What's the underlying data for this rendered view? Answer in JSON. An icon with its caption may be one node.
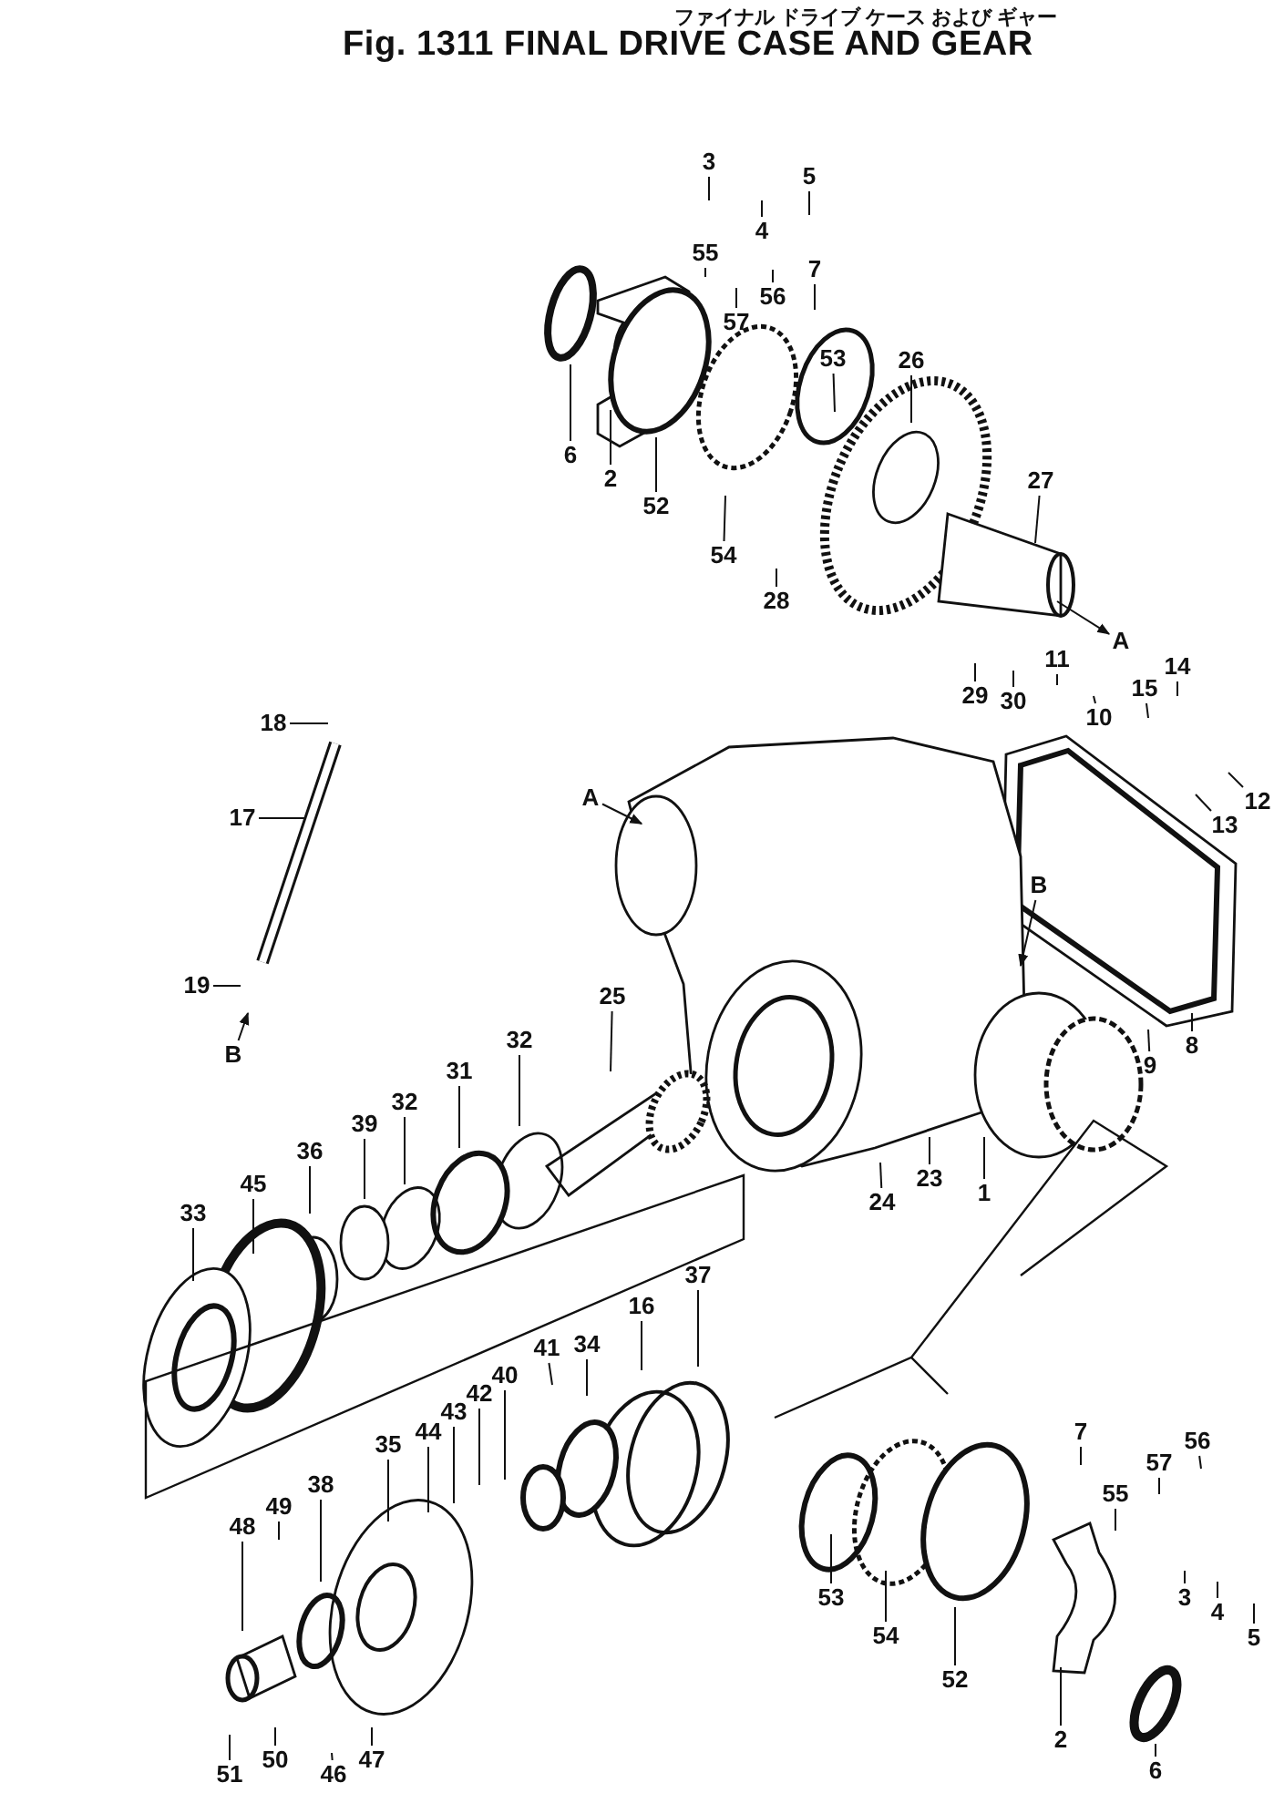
{
  "diagram": {
    "title": "Fig. 1311  FINAL DRIVE CASE AND GEAR",
    "labels": [
      "ファイナル ドライブ ケース および ギャー"
    ],
    "nodes": [
      {
        "text": [
          "3"
        ]
      },
      {
        "text": [
          "5"
        ]
      },
      {
        "text": [
          "4"
        ]
      },
      {
        "text": [
          "55"
        ]
      },
      {
        "text": [
          "7"
        ]
      },
      {
        "text": [
          "56"
        ]
      },
      {
        "text": [
          "57"
        ]
      },
      {
        "text": [
          "53"
        ]
      },
      {
        "text": [
          "26"
        ]
      },
      {
        "text": [
          "6"
        ]
      },
      {
        "text": [
          "2"
        ]
      },
      {
        "text": [
          "27"
        ]
      },
      {
        "text": [
          "52"
        ]
      },
      {
        "text": [
          "54"
        ]
      },
      {
        "text": [
          "28"
        ]
      },
      {
        "text": [
          "A"
        ]
      },
      {
        "text": [
          "11"
        ]
      },
      {
        "text": [
          "14"
        ]
      },
      {
        "text": [
          "15"
        ]
      },
      {
        "text": [
          "29"
        ]
      },
      {
        "text": [
          "30"
        ]
      },
      {
        "text": [
          "10"
        ]
      },
      {
        "text": [
          "18"
        ]
      },
      {
        "text": [
          "12"
        ]
      },
      {
        "text": [
          "A"
        ]
      },
      {
        "text": [
          "17"
        ]
      },
      {
        "text": [
          "13"
        ]
      },
      {
        "text": [
          "B"
        ]
      },
      {
        "text": [
          "19"
        ]
      },
      {
        "text": [
          "25"
        ]
      },
      {
        "text": [
          "32"
        ]
      },
      {
        "text": [
          "8"
        ]
      },
      {
        "text": [
          "B"
        ]
      },
      {
        "text": [
          "9"
        ]
      },
      {
        "text": [
          "31"
        ]
      },
      {
        "text": [
          "32"
        ]
      },
      {
        "text": [
          "39"
        ]
      },
      {
        "text": [
          "36"
        ]
      },
      {
        "text": [
          "23"
        ]
      },
      {
        "text": [
          "45"
        ]
      },
      {
        "text": [
          "1"
        ]
      },
      {
        "text": [
          "24"
        ]
      },
      {
        "text": [
          "33"
        ]
      },
      {
        "text": [
          "37"
        ]
      },
      {
        "text": [
          "16"
        ]
      },
      {
        "text": [
          "34"
        ]
      },
      {
        "text": [
          "41"
        ]
      },
      {
        "text": [
          "40"
        ]
      },
      {
        "text": [
          "42"
        ]
      },
      {
        "text": [
          "43"
        ]
      },
      {
        "text": [
          "44"
        ]
      },
      {
        "text": [
          "7"
        ]
      },
      {
        "text": [
          "56"
        ]
      },
      {
        "text": [
          "35"
        ]
      },
      {
        "text": [
          "57"
        ]
      },
      {
        "text": [
          "55"
        ]
      },
      {
        "text": [
          "38"
        ]
      },
      {
        "text": [
          "49"
        ]
      },
      {
        "text": [
          "48"
        ]
      },
      {
        "text": [
          "3"
        ]
      },
      {
        "text": [
          "53"
        ]
      },
      {
        "text": [
          "4"
        ]
      },
      {
        "text": [
          "54"
        ]
      },
      {
        "text": [
          "5"
        ]
      },
      {
        "text": [
          "52"
        ]
      },
      {
        "text": [
          "2"
        ]
      },
      {
        "text": [
          "50"
        ]
      },
      {
        "text": [
          "47"
        ]
      },
      {
        "text": [
          "51"
        ]
      },
      {
        "text": [
          "46"
        ]
      },
      {
        "text": [
          "6"
        ]
      }
    ],
    "edges": [
      {
        "from": 0,
        "to": null,
        "arrow": "none"
      },
      {
        "from": 1,
        "to": null,
        "arrow": "none"
      },
      {
        "from": 2,
        "to": null,
        "arrow": "none"
      },
      {
        "from": 3,
        "to": null,
        "arrow": "none"
      },
      {
        "from": 4,
        "to": null,
        "arrow": "none"
      },
      {
        "from": 5,
        "to": null,
        "arrow": "none"
      },
      {
        "from": 6,
        "to": null,
        "arrow": "none"
      },
      {
        "from": 7,
        "to": null,
        "arrow": "none"
      },
      {
        "from": 8,
        "to": null,
        "arrow": "none"
      },
      {
        "from": 9,
        "to": null,
        "arrow": "none"
      },
      {
        "from": 10,
        "to": null,
        "arrow": "none"
      },
      {
        "from": 11,
        "to": null,
        "arrow": "none"
      },
      {
        "from": 12,
        "to": null,
        "arrow": "none"
      },
      {
        "from": 13,
        "to": null,
        "arrow": "none"
      },
      {
        "from": 14,
        "to": null,
        "arrow": "none"
      },
      {
        "from": null,
        "to": 15,
        "arrow": "to"
      },
      {
        "from": 16,
        "to": null,
        "arrow": "none"
      },
      {
        "from": 17,
        "to": null,
        "arrow": "none"
      },
      {
        "from": 18,
        "to": null,
        "arrow": "none"
      },
      {
        "from": 19,
        "to": null,
        "arrow": "none"
      },
      {
        "from": 20,
        "to": null,
        "arrow": "none"
      },
      {
        "from": 21,
        "to": null,
        "arrow": "none"
      },
      {
        "from": 22,
        "to": null,
        "arrow": "none"
      },
      {
        "from": 23,
        "to": null,
        "arrow": "none"
      },
      {
        "from": 24,
        "to": null,
        "arrow": "to"
      },
      {
        "from": 25,
        "to": null,
        "arrow": "none"
      },
      {
        "from": 26,
        "to": null,
        "arrow": "none"
      },
      {
        "from": 27,
        "to": null,
        "arrow": "to"
      },
      {
        "from": 28,
        "to": null,
        "arrow": "none"
      },
      {
        "from": 29,
        "to": null,
        "arrow": "none"
      },
      {
        "from": 30,
        "to": null,
        "arrow": "none"
      },
      {
        "from": 31,
        "to": null,
        "arrow": "none"
      },
      {
        "from": 32,
        "to": null,
        "arrow": "to"
      },
      {
        "from": 33,
        "to": null,
        "arrow": "none"
      },
      {
        "from": 34,
        "to": null,
        "arrow": "none"
      },
      {
        "from": 35,
        "to": null,
        "arrow": "none"
      },
      {
        "from": 36,
        "to": null,
        "arrow": "none"
      },
      {
        "from": 37,
        "to": null,
        "arrow": "none"
      },
      {
        "from": 38,
        "to": null,
        "arrow": "none"
      },
      {
        "from": 39,
        "to": null,
        "arrow": "none"
      },
      {
        "from": 40,
        "to": null,
        "arrow": "none"
      },
      {
        "from": 41,
        "to": null,
        "arrow": "none"
      },
      {
        "from": 42,
        "to": null,
        "arrow": "none"
      },
      {
        "from": 43,
        "to": null,
        "arrow": "none"
      },
      {
        "from": 44,
        "to": null,
        "arrow": "none"
      },
      {
        "from": 45,
        "to": null,
        "arrow": "none"
      },
      {
        "from": 46,
        "to": null,
        "arrow": "none"
      },
      {
        "from": 47,
        "to": null,
        "arrow": "none"
      },
      {
        "from": 48,
        "to": null,
        "arrow": "none"
      },
      {
        "from": 49,
        "to": null,
        "arrow": "none"
      },
      {
        "from": 50,
        "to": null,
        "arrow": "none"
      },
      {
        "from": 51,
        "to": null,
        "arrow": "none"
      },
      {
        "from": 52,
        "to": null,
        "arrow": "none"
      },
      {
        "from": 53,
        "to": null,
        "arrow": "none"
      },
      {
        "from": 54,
        "to": null,
        "arrow": "none"
      },
      {
        "from": 55,
        "to": null,
        "arrow": "none"
      },
      {
        "from": 56,
        "to": null,
        "arrow": "none"
      },
      {
        "from": 57,
        "to": null,
        "arrow": "none"
      },
      {
        "from": 58,
        "to": null,
        "arrow": "none"
      },
      {
        "from": 59,
        "to": null,
        "arrow": "none"
      },
      {
        "from": 60,
        "to": null,
        "arrow": "none"
      },
      {
        "from": 61,
        "to": null,
        "arrow": "none"
      },
      {
        "from": 62,
        "to": null,
        "arrow": "none"
      },
      {
        "from": 63,
        "to": null,
        "arrow": "none"
      },
      {
        "from": 64,
        "to": null,
        "arrow": "none"
      },
      {
        "from": 65,
        "to": null,
        "arrow": "none"
      },
      {
        "from": 66,
        "to": null,
        "arrow": "none"
      },
      {
        "from": 67,
        "to": null,
        "arrow": "none"
      },
      {
        "from": 68,
        "to": null,
        "arrow": "none"
      },
      {
        "from": 69,
        "to": null,
        "arrow": "none"
      },
      {
        "from": 70,
        "to": null,
        "arrow": "none"
      }
    ]
  }
}
